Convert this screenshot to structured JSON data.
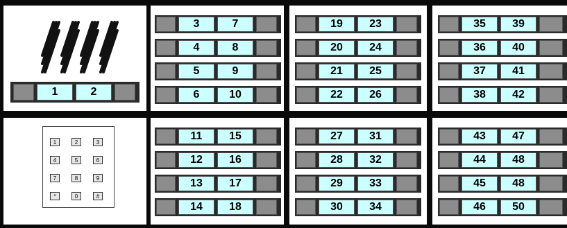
{
  "top_left_buttons": [
    "1",
    "2"
  ],
  "blocks": [
    {
      "rows": [
        [
          "3",
          "7"
        ],
        [
          "4",
          "8"
        ],
        [
          "5",
          "9"
        ],
        [
          "6",
          "10"
        ]
      ]
    },
    {
      "rows": [
        [
          "19",
          "23"
        ],
        [
          "20",
          "24"
        ],
        [
          "21",
          "25"
        ],
        [
          "22",
          "26"
        ]
      ]
    },
    {
      "rows": [
        [
          "35",
          "39"
        ],
        [
          "36",
          "40"
        ],
        [
          "37",
          "41"
        ],
        [
          "38",
          "42"
        ]
      ]
    },
    {
      "rows": [
        [
          "11",
          "15"
        ],
        [
          "12",
          "16"
        ],
        [
          "13",
          "17"
        ],
        [
          "14",
          "18"
        ]
      ]
    },
    {
      "rows": [
        [
          "27",
          "31"
        ],
        [
          "28",
          "32"
        ],
        [
          "29",
          "33"
        ],
        [
          "30",
          "34"
        ]
      ]
    },
    {
      "rows": [
        [
          "43",
          "47"
        ],
        [
          "44",
          "48"
        ],
        [
          "45",
          "48"
        ],
        [
          "46",
          "50"
        ]
      ]
    }
  ],
  "keypad_keys": [
    "1",
    "2",
    "3",
    "4",
    "5",
    "6",
    "7",
    "8",
    "9",
    "*",
    "0",
    "#"
  ],
  "colors": {
    "frame": "#0a0a0a",
    "number_cell": "#ccffff",
    "side_cell": "#8c8c8c"
  },
  "icons": {
    "hatch": "diagonal-hatch-icon",
    "keypad": "keypad-icon"
  }
}
